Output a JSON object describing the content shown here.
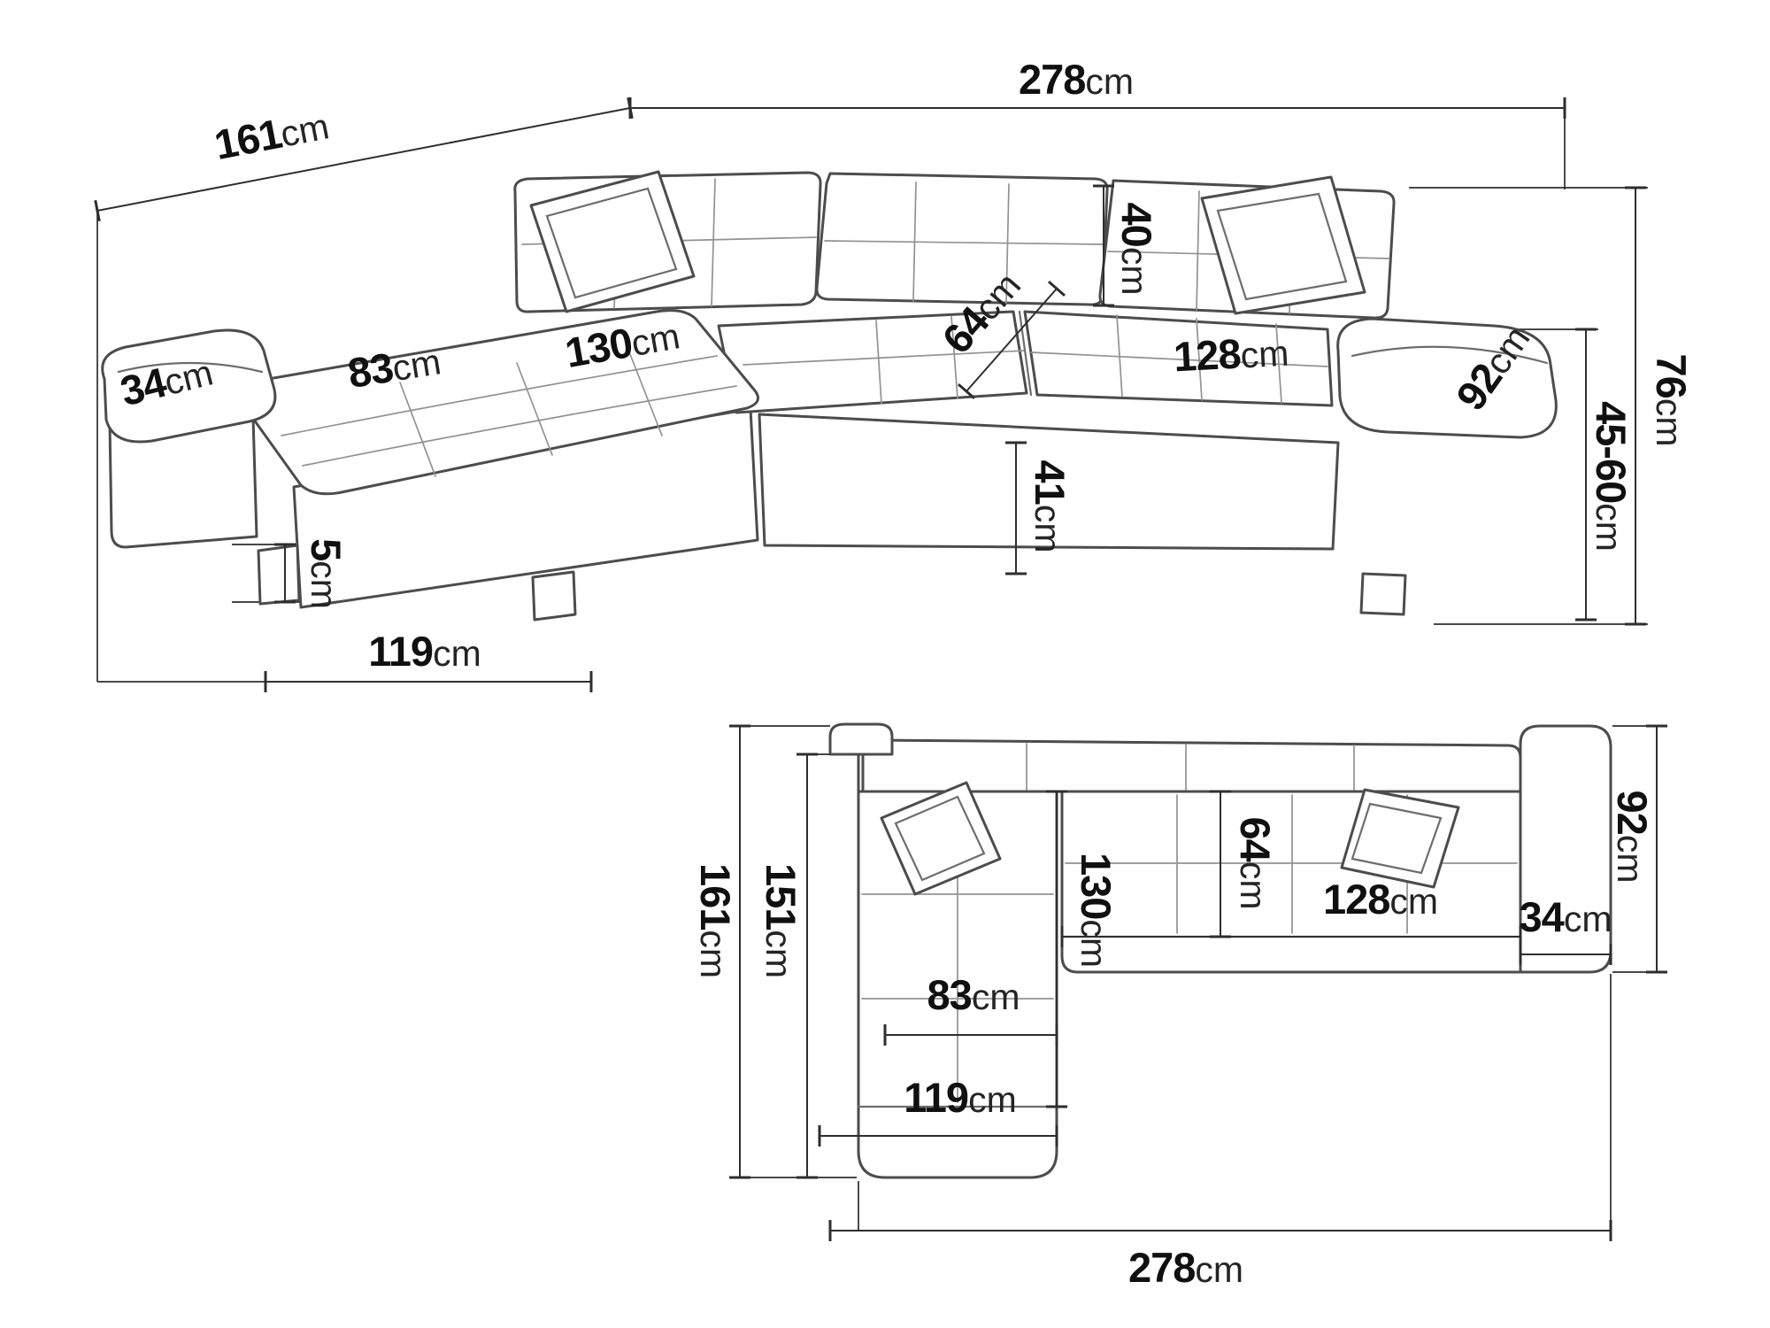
{
  "diagram": {
    "kind": "corner-sofa-dimension-drawing",
    "unit": "cm",
    "colors": {
      "line": "#4c4c4c",
      "dimension": "#2e2e2e",
      "text": "#101010",
      "background": "#ffffff"
    }
  },
  "views": {
    "perspective": {
      "dims": {
        "total_width": {
          "value": "278",
          "unit": "cm"
        },
        "total_depth": {
          "value": "161",
          "unit": "cm"
        },
        "left_arm_width": {
          "value": "34",
          "unit": "cm"
        },
        "chaise_seat_width": {
          "value": "83",
          "unit": "cm"
        },
        "chaise_seat_length": {
          "value": "130",
          "unit": "cm"
        },
        "seat_depth": {
          "value": "64",
          "unit": "cm"
        },
        "backrest_height": {
          "value": "40",
          "unit": "cm"
        },
        "right_seat_width": {
          "value": "128",
          "unit": "cm"
        },
        "right_arm_depth": {
          "value": "92",
          "unit": "cm"
        },
        "total_height": {
          "value": "76",
          "unit": "cm"
        },
        "seat_height_range": {
          "value": "45-60",
          "unit": "cm"
        },
        "seat_height": {
          "value": "41",
          "unit": "cm"
        },
        "leg_height": {
          "value": "5",
          "unit": "cm"
        },
        "chaise_outer_length": {
          "value": "119",
          "unit": "cm"
        }
      }
    },
    "plan": {
      "dims": {
        "total_depth": {
          "value": "161",
          "unit": "cm"
        },
        "sleeping_length": {
          "value": "151",
          "unit": "cm"
        },
        "chaise_seat_length": {
          "value": "130",
          "unit": "cm"
        },
        "seat_depth": {
          "value": "64",
          "unit": "cm"
        },
        "right_seat_width": {
          "value": "128",
          "unit": "cm"
        },
        "arm_width": {
          "value": "34",
          "unit": "cm"
        },
        "right_arm_depth": {
          "value": "92",
          "unit": "cm"
        },
        "chaise_seat_width": {
          "value": "83",
          "unit": "cm"
        },
        "chaise_outer_length": {
          "value": "119",
          "unit": "cm"
        },
        "total_width": {
          "value": "278",
          "unit": "cm"
        }
      }
    }
  }
}
